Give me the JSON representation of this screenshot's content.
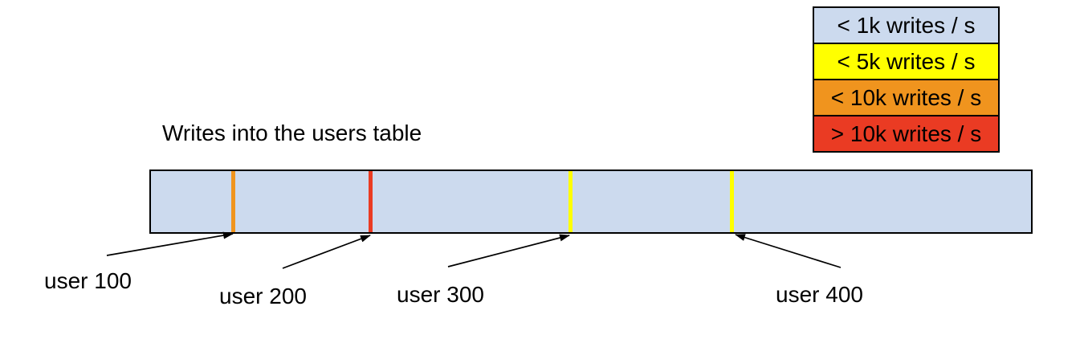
{
  "title": "Writes into the users table",
  "legend": {
    "items": [
      {
        "label": "< 1k writes / s",
        "color": "#ccdaee"
      },
      {
        "label": "< 5k writes / s",
        "color": "#ffff00"
      },
      {
        "label": "< 10k writes / s",
        "color": "#f0941e"
      },
      {
        "label": "> 10k writes / s",
        "color": "#ea3b23"
      }
    ]
  },
  "bar": {
    "fill": "#ccdaee",
    "border_color": "#000000"
  },
  "markers": [
    {
      "label": "user 100",
      "color": "#f0941e"
    },
    {
      "label": "user 200",
      "color": "#ea3b23"
    },
    {
      "label": "user 300",
      "color": "#ffff00"
    },
    {
      "label": "user 400",
      "color": "#ffff00"
    }
  ]
}
